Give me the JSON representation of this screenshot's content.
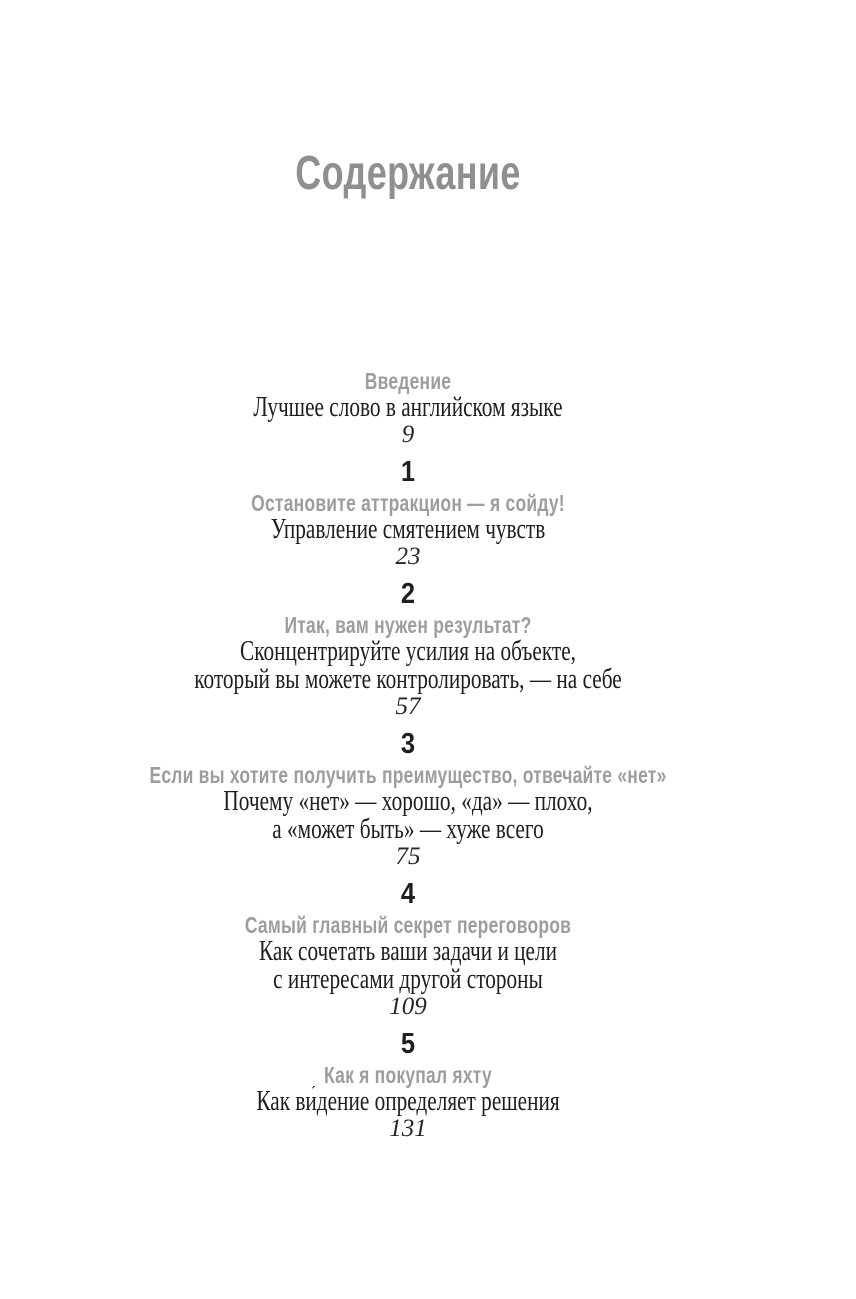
{
  "page_title": "Содержание",
  "toc": {
    "entries": [
      {
        "number": "",
        "label": "Введение",
        "subtitle_lines": [
          "Лучшее слово в английском языке"
        ],
        "page": "9"
      },
      {
        "number": "1",
        "label": "Остановите аттракцион — я сойду!",
        "subtitle_lines": [
          "Управление смятением чувств"
        ],
        "page": "23"
      },
      {
        "number": "2",
        "label": "Итак, вам нужен результат?",
        "subtitle_lines": [
          "Сконцентрируйте усилия на объекте,",
          "который вы можете контролировать, — на себе"
        ],
        "page": "57"
      },
      {
        "number": "3",
        "label": "Если вы хотите получить преимущество, отвечайте «нет»",
        "subtitle_lines": [
          "Почему «нет» — хорошо, «да» — плохо,",
          "а «может быть» — хуже всего"
        ],
        "page": "75"
      },
      {
        "number": "4",
        "label": "Самый главный секрет переговоров",
        "subtitle_lines": [
          "Как сочетать ваши задачи и цели",
          "с интересами другой стороны"
        ],
        "page": "109"
      },
      {
        "number": "5",
        "label": "Как я покупал яхту",
        "subtitle_lines": [
          "Как ви́дение определяет решения"
        ],
        "page": "131"
      }
    ]
  },
  "colors": {
    "title_gray": "#8f8f8f",
    "label_gray": "#9d9d9d",
    "text_black": "#1e1e1e",
    "background": "#ffffff"
  }
}
